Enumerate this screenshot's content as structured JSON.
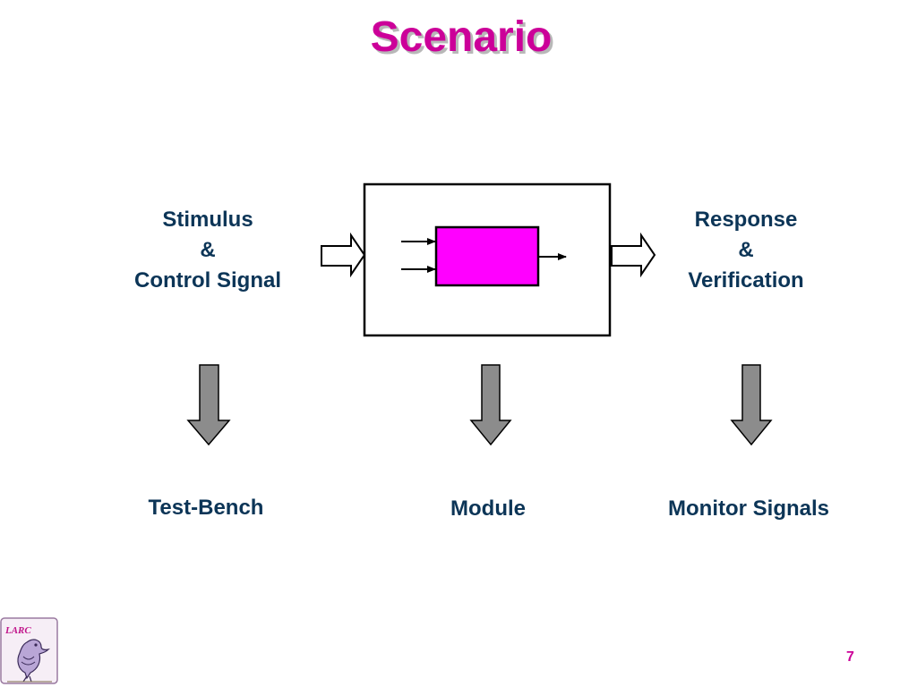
{
  "slide": {
    "title": "Scenario",
    "page_number": "7",
    "logo_text": "LARC"
  },
  "diagram": {
    "stimulus": {
      "line1": "Stimulus",
      "line2": "&",
      "line3": "Control Signal"
    },
    "response": {
      "line1": "Response",
      "line2": "&",
      "line3": "Verification"
    },
    "bottom_labels": {
      "test_bench": "Test-Bench",
      "module": "Module",
      "monitor": "Monitor Signals"
    }
  },
  "colors": {
    "title": "#cc0099",
    "label_text": "#0c3557",
    "module_fill": "#ff00ff",
    "down_arrow_fill": "#8c8c8c"
  }
}
